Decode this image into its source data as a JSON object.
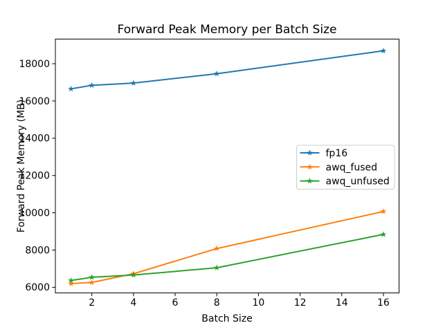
{
  "chart_data": {
    "type": "line",
    "title": "Forward Peak Memory per Batch Size",
    "xlabel": "Batch Size",
    "ylabel": "Forward Peak Memory (MB)",
    "x": [
      1,
      2,
      4,
      8,
      16
    ],
    "series": [
      {
        "name": "fp16",
        "color": "#1f77b4",
        "values": [
          16650,
          16840,
          16960,
          17460,
          18690
        ]
      },
      {
        "name": "awq_fused",
        "color": "#ff7f0e",
        "values": [
          6200,
          6260,
          6730,
          8080,
          10070
        ]
      },
      {
        "name": "awq_unfused",
        "color": "#2ca02c",
        "values": [
          6370,
          6540,
          6660,
          7050,
          8840
        ]
      }
    ],
    "xticks": [
      2,
      4,
      6,
      8,
      10,
      12,
      14,
      16
    ],
    "yticks": [
      6000,
      8000,
      10000,
      12000,
      14000,
      16000,
      18000
    ],
    "xlim": [
      0.25,
      16.75
    ],
    "ylim": [
      5700,
      19320
    ],
    "marker": "star",
    "grid": false,
    "legend_position": "center right",
    "background_color": "#ffffff",
    "axes_color": "#000000",
    "legend_border_color": "#cccccc"
  }
}
